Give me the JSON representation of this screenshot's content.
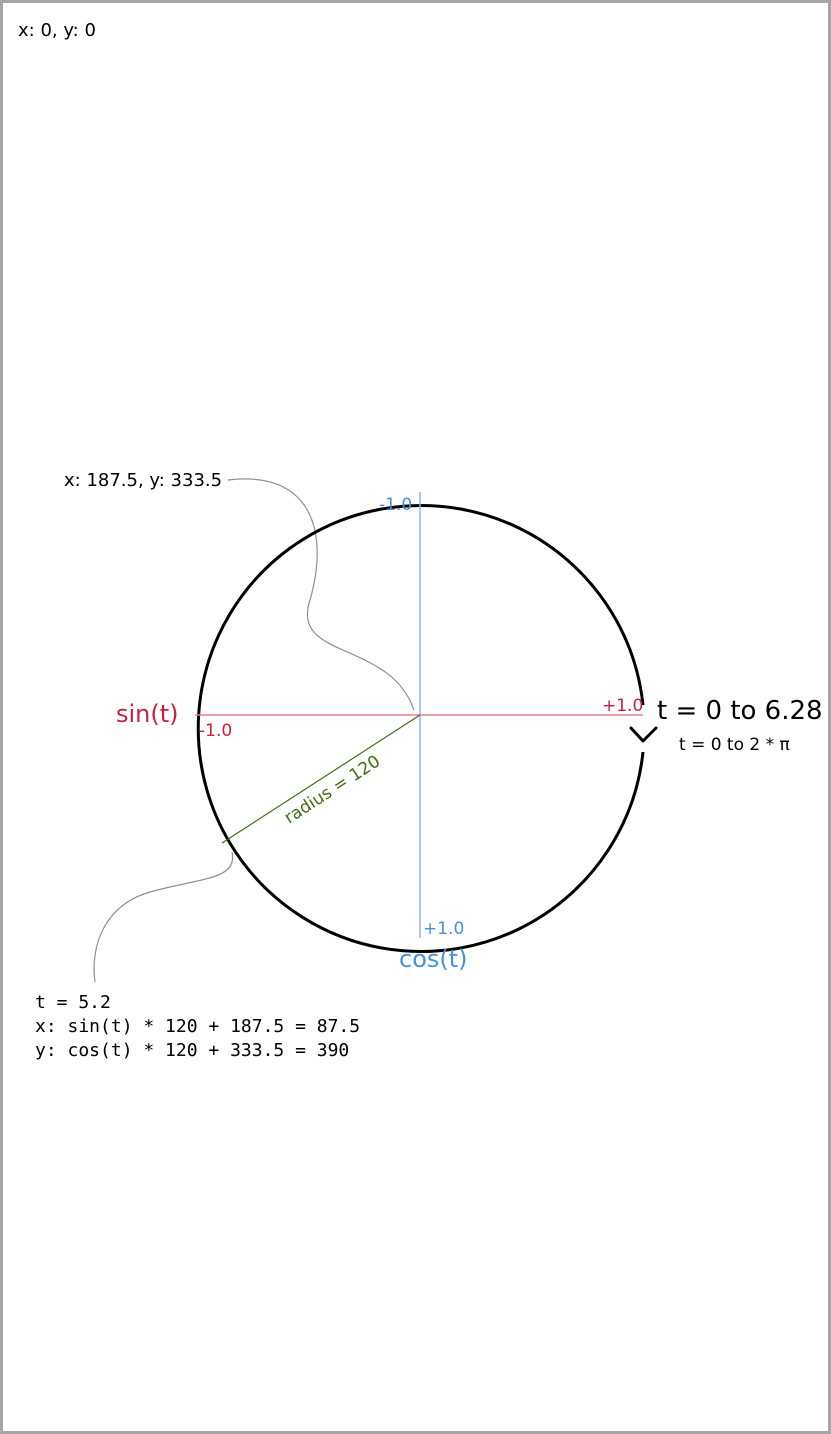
{
  "origin_label": "x: 0, y: 0",
  "center_label": "x: 187.5, y: 333.5",
  "sin_axis": {
    "label": "sin(t)",
    "min_label": "-1.0",
    "max_label": "+1.0",
    "color": "#cc1f3a"
  },
  "cos_axis": {
    "label": "cos(t)",
    "min_label": "-1.0",
    "max_label": "+1.0",
    "color": "#4a90d9"
  },
  "radius_label": "radius = 120",
  "radius_color": "#3f6f12",
  "range_title": "t = 0 to 6.28",
  "range_subtitle": "t = 0 to 2 * π",
  "formula": {
    "t_line": "t = 5.2",
    "x_line": "x: sin(t) * 120 + 187.5 = 87.5",
    "y_line": "y: cos(t) * 120 + 333.5 = 390"
  }
}
